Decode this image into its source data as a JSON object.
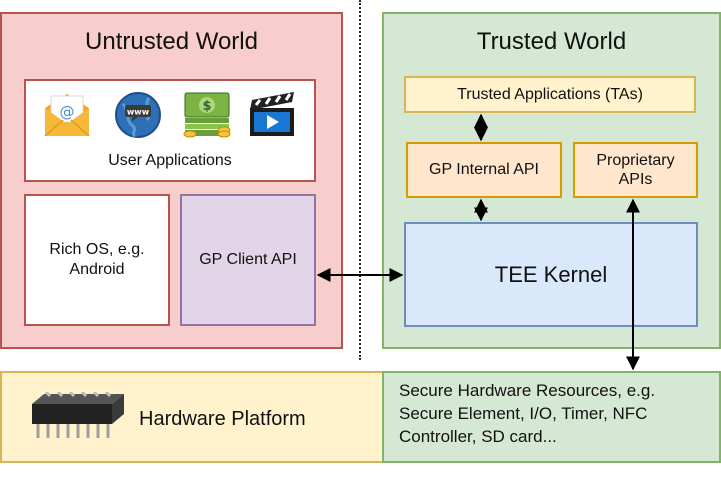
{
  "untrusted_world": {
    "title": "Untrusted World",
    "user_applications_label": "User Applications",
    "app_icons": [
      "email-icon",
      "www-globe-icon",
      "money-icon",
      "video-icon"
    ],
    "rich_os_label": "Rich OS, e.g.\nAndroid",
    "gp_client_api_label": "GP Client API"
  },
  "trusted_world": {
    "title": "Trusted World",
    "trusted_applications_label": "Trusted Applications (TAs)",
    "gp_internal_api_label": "GP Internal API",
    "proprietary_apis_label": "Proprietary\nAPIs",
    "tee_kernel_label": "TEE Kernel"
  },
  "hardware": {
    "platform_label": "Hardware Platform",
    "chip_icon": "chip-icon",
    "secure_resources_label": "Secure Hardware Resources, e.g.\nSecure Element, I/O, Timer, NFC\nController, SD card..."
  },
  "colors": {
    "untrusted_fill": "#f8cecc",
    "untrusted_stroke": "#b85450",
    "trusted_fill": "#d5e8d4",
    "trusted_stroke": "#82b366",
    "orange_fill": "#ffe6cc",
    "orange_stroke": "#d79b00",
    "hardware_fill": "#fff2cc",
    "hardware_stroke": "#d6b656",
    "blue_fill": "#dae8fc",
    "blue_stroke": "#6c8ebf",
    "purple_fill": "#e1d5e7",
    "purple_stroke": "#9673a6"
  }
}
